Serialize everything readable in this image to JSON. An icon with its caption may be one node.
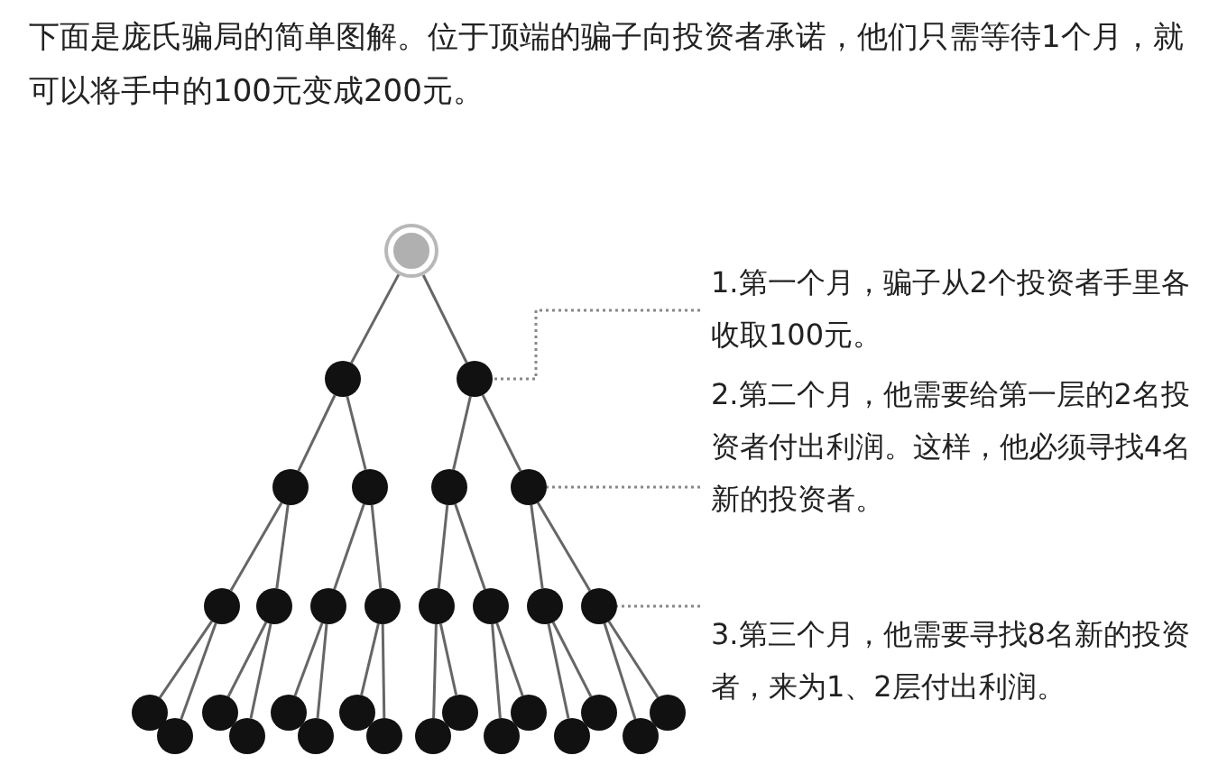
{
  "diagram": {
    "title": "下面是庞氏骗局的简单图解。位于顶端的骗子向投资者承诺，他们只需等待1个月，就可以将手中的100元变成200元。",
    "nodes": [
      {
        "text": [],
        "shape": "circle"
      },
      {
        "text": [],
        "shape": "circle"
      },
      {
        "text": [],
        "shape": "circle"
      },
      {
        "text": [],
        "shape": "circle"
      },
      {
        "text": [],
        "shape": "circle"
      },
      {
        "text": [],
        "shape": "circle"
      },
      {
        "text": [],
        "shape": "circle"
      },
      {
        "text": [],
        "shape": "circle"
      },
      {
        "text": [],
        "shape": "circle"
      },
      {
        "text": [],
        "shape": "circle"
      },
      {
        "text": [],
        "shape": "circle"
      },
      {
        "text": [],
        "shape": "circle"
      },
      {
        "text": [],
        "shape": "circle"
      },
      {
        "text": [],
        "shape": "circle"
      },
      {
        "text": [],
        "shape": "circle"
      },
      {
        "text": [],
        "shape": "circle"
      },
      {
        "text": [],
        "shape": "circle"
      },
      {
        "text": [],
        "shape": "circle"
      },
      {
        "text": [],
        "shape": "circle"
      },
      {
        "text": [],
        "shape": "circle"
      },
      {
        "text": [],
        "shape": "circle"
      },
      {
        "text": [],
        "shape": "circle"
      },
      {
        "text": [],
        "shape": "circle"
      },
      {
        "text": [],
        "shape": "circle"
      },
      {
        "text": [],
        "shape": "circle"
      },
      {
        "text": [],
        "shape": "circle"
      },
      {
        "text": [],
        "shape": "circle"
      },
      {
        "text": [],
        "shape": "circle"
      },
      {
        "text": [],
        "shape": "circle"
      },
      {
        "text": [],
        "shape": "circle"
      },
      {
        "text": [],
        "shape": "circle"
      },
      {
        "text": [
          "1.第一个月，骗子从2个投资者手里各收取100元。"
        ]
      },
      {
        "text": [
          "2.第二个月，他需要给第一层的2名投资者付出利润。这样，他必须寻找4名新的投资者。"
        ]
      },
      {
        "text": [
          "3.第三个月，他需要寻找8名新的投资者，来为1、2层付出利润。"
        ]
      }
    ],
    "edges": [
      {
        "from": 0,
        "to": 1,
        "arrow": "none"
      },
      {
        "from": 0,
        "to": 2,
        "arrow": "none"
      },
      {
        "from": 1,
        "to": 3,
        "arrow": "none"
      },
      {
        "from": 1,
        "to": 4,
        "arrow": "none"
      },
      {
        "from": 2,
        "to": 5,
        "arrow": "none"
      },
      {
        "from": 2,
        "to": 6,
        "arrow": "none"
      },
      {
        "from": 3,
        "to": 7,
        "arrow": "none"
      },
      {
        "from": 3,
        "to": 8,
        "arrow": "none"
      },
      {
        "from": 4,
        "to": 9,
        "arrow": "none"
      },
      {
        "from": 4,
        "to": 10,
        "arrow": "none"
      },
      {
        "from": 5,
        "to": 11,
        "arrow": "none"
      },
      {
        "from": 5,
        "to": 12,
        "arrow": "none"
      },
      {
        "from": 6,
        "to": 13,
        "arrow": "none"
      },
      {
        "from": 6,
        "to": 14,
        "arrow": "none"
      },
      {
        "from": 7,
        "to": 15,
        "arrow": "none"
      },
      {
        "from": 7,
        "to": 16,
        "arrow": "none"
      },
      {
        "from": 8,
        "to": 17,
        "arrow": "none"
      },
      {
        "from": 8,
        "to": 18,
        "arrow": "none"
      },
      {
        "from": 9,
        "to": 19,
        "arrow": "none"
      },
      {
        "from": 9,
        "to": 20,
        "arrow": "none"
      },
      {
        "from": 10,
        "to": 21,
        "arrow": "none"
      },
      {
        "from": 10,
        "to": 22,
        "arrow": "none"
      },
      {
        "from": 11,
        "to": 23,
        "arrow": "none"
      },
      {
        "from": 11,
        "to": 24,
        "arrow": "none"
      },
      {
        "from": 12,
        "to": 25,
        "arrow": "none"
      },
      {
        "from": 12,
        "to": 26,
        "arrow": "none"
      },
      {
        "from": 13,
        "to": 27,
        "arrow": "none"
      },
      {
        "from": 13,
        "to": 28,
        "arrow": "none"
      },
      {
        "from": 14,
        "to": 29,
        "arrow": "none"
      },
      {
        "from": 14,
        "to": 30,
        "arrow": "none"
      },
      {
        "from": 31,
        "to": 2,
        "arrow": "none",
        "style": "dashed"
      },
      {
        "from": 32,
        "to": 6,
        "arrow": "none",
        "style": "dashed"
      },
      {
        "from": 33,
        "to": 14,
        "arrow": "none",
        "style": "dashed"
      }
    ]
  }
}
